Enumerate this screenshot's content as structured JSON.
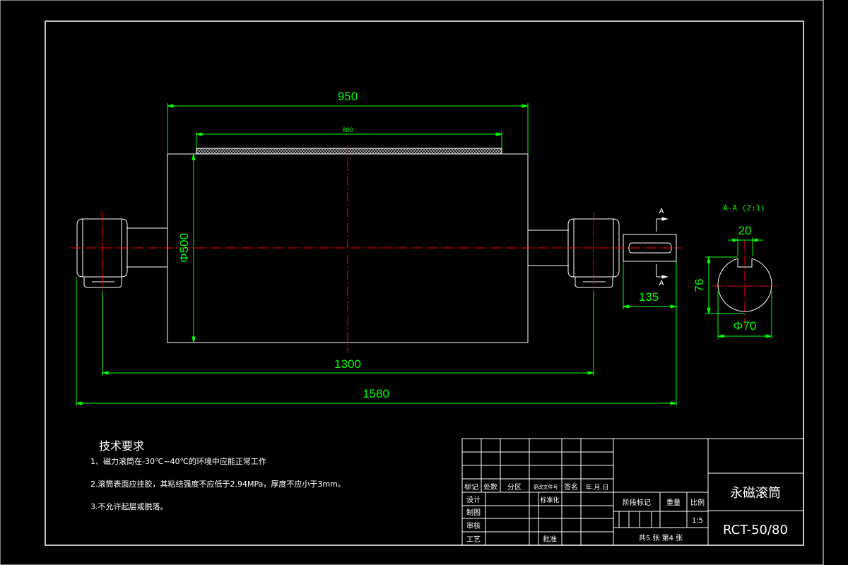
{
  "dimensions": {
    "d950": "950",
    "d800": "800",
    "d500": "Φ500",
    "d1300": "1300",
    "d1580": "1580",
    "d135": "135",
    "d20": "20",
    "d76": "76",
    "d70": "Φ70"
  },
  "section": {
    "title": "A-A (2:1)",
    "marker": "A"
  },
  "tech_requirements": {
    "title": "技术要求",
    "items": [
      "1、磁力滚筒在-30℃~40℃的环境中应能正常工作",
      "2.滚筒表面应挂胶，其粘结强度不应低于2.94MPa，厚度不应小于3mm。",
      "3.不允许起层或脱落。"
    ]
  },
  "title_block": {
    "labels": {
      "mark": "标记",
      "count": "处数",
      "zone": "分区",
      "doc_no": "更改文件号",
      "signature": "签名",
      "date": "年.月.日",
      "design": "设计",
      "standardize": "标准化",
      "draw": "制图",
      "check": "审核",
      "process": "工艺",
      "approve": "批准",
      "stage": "阶段标记",
      "weight": "重量",
      "scale_label": "比例"
    },
    "scale": "1:5",
    "sheets": "共5  张  第4  张",
    "part_name": "永磁滚筒",
    "drawing_no": "RCT-50/80"
  },
  "colors": {
    "background": "#000000",
    "outline": "#ffffff",
    "dimension": "#00ff00",
    "centerline": "#ff0000"
  }
}
